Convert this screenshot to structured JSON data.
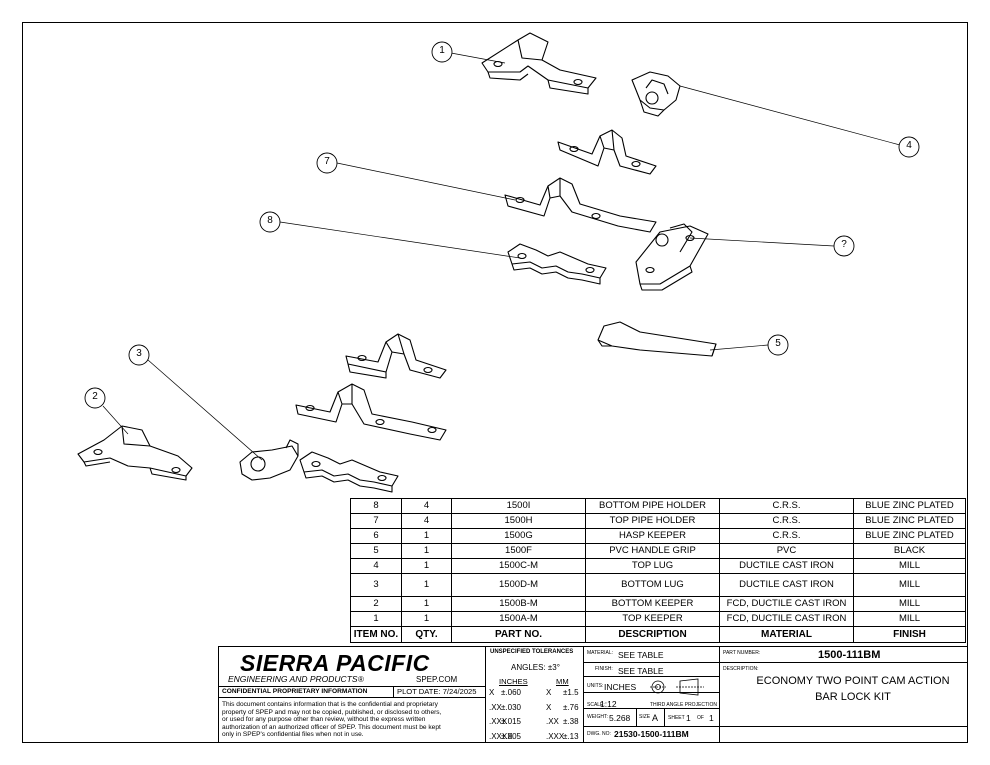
{
  "balloons": [
    {
      "id": "balloon-1",
      "label": "1"
    },
    {
      "id": "balloon-2",
      "label": "2"
    },
    {
      "id": "balloon-3",
      "label": "3"
    },
    {
      "id": "balloon-4",
      "label": "4"
    },
    {
      "id": "balloon-5",
      "label": "5"
    },
    {
      "id": "balloon-6",
      "label": "?"
    },
    {
      "id": "balloon-7",
      "label": "7"
    },
    {
      "id": "balloon-8",
      "label": "8"
    }
  ],
  "bom": {
    "headers": [
      "ITEM NO.",
      "QTY.",
      "PART NO.",
      "DESCRIPTION",
      "MATERIAL",
      "FINISH"
    ],
    "rows": [
      [
        "8",
        "4",
        "1500I",
        "BOTTOM PIPE HOLDER",
        "C.R.S.",
        "BLUE ZINC PLATED"
      ],
      [
        "7",
        "4",
        "1500H",
        "TOP PIPE HOLDER",
        "C.R.S.",
        "BLUE ZINC PLATED"
      ],
      [
        "6",
        "1",
        "1500G",
        "HASP KEEPER",
        "C.R.S.",
        "BLUE ZINC PLATED"
      ],
      [
        "5",
        "1",
        "1500F",
        "PVC HANDLE GRIP",
        "PVC",
        "BLACK"
      ],
      [
        "4",
        "1",
        "1500C-M",
        "TOP LUG",
        "DUCTILE CAST IRON",
        "MILL"
      ],
      [
        "3",
        "1",
        "1500D-M",
        "BOTTOM LUG",
        "DUCTILE CAST IRON",
        "MILL"
      ],
      [
        "2",
        "1",
        "1500B-M",
        "BOTTOM KEEPER",
        "FCD, DUCTILE CAST IRON",
        "MILL"
      ],
      [
        "1",
        "1",
        "1500A-M",
        "TOP KEEPER",
        "FCD, DUCTILE CAST IRON",
        "MILL"
      ]
    ]
  },
  "titleblock": {
    "company": "SIERRA PACIFIC",
    "company_sub": "ENGINEERING AND PRODUCTS",
    "registered": "®",
    "website": "SPEP.COM",
    "confidential_label": "CONFIDENTIAL PROPRIETARY INFORMATION",
    "plot_date": "PLOT DATE: 7/24/2025",
    "notice": [
      "This document contains information that is the confidential and proprietary",
      "property of SPEP and may not be copied, published, or disclosed to others,",
      "or used for any purpose  other than review, without the express written",
      "authorization of an authorized officer of SPEP. This document must be kept",
      "only in SPEP's confidential files when not in use."
    ],
    "tolerances": {
      "title": "UNSPECIFIED TOLERANCES",
      "angles": "ANGLES: ±3°",
      "col_inches": "INCHES",
      "col_mm": "MM",
      "rows": [
        [
          "X",
          "±.060",
          "X",
          "±1.5"
        ],
        [
          ".XX",
          "±.030",
          "X",
          "±.76"
        ],
        [
          ".XXX",
          "±.015",
          ".XX",
          "±.38"
        ],
        [
          ".XXXX",
          "±.005",
          ".XXX",
          "±.13"
        ]
      ]
    },
    "material_label": "MATERIAL:",
    "material": "SEE TABLE",
    "finish_label": "FINISH:",
    "finish": "SEE TABLE",
    "units_label": "UNITS:",
    "units": "INCHES",
    "scale_label": "SCALE:",
    "scale": "1:12",
    "projection": "THIRD ANGLE PROJECTION",
    "weight_label": "WEIGHT:",
    "weight": "5.268",
    "size_label": "SIZE",
    "size": "A",
    "sheet_label": "SHEET",
    "sheet": "1",
    "of_label": "OF",
    "sheet_total": "1",
    "dwg_label": "DWG. NO:",
    "dwg_no": "21530-1500-111BM",
    "part_label": "PART NUMBER:",
    "part_number": "1500-111BM",
    "desc_label": "DESCRIPTION:",
    "description_line1": "ECONOMY TWO POINT CAM ACTION",
    "description_line2": "BAR LOCK KIT"
  }
}
